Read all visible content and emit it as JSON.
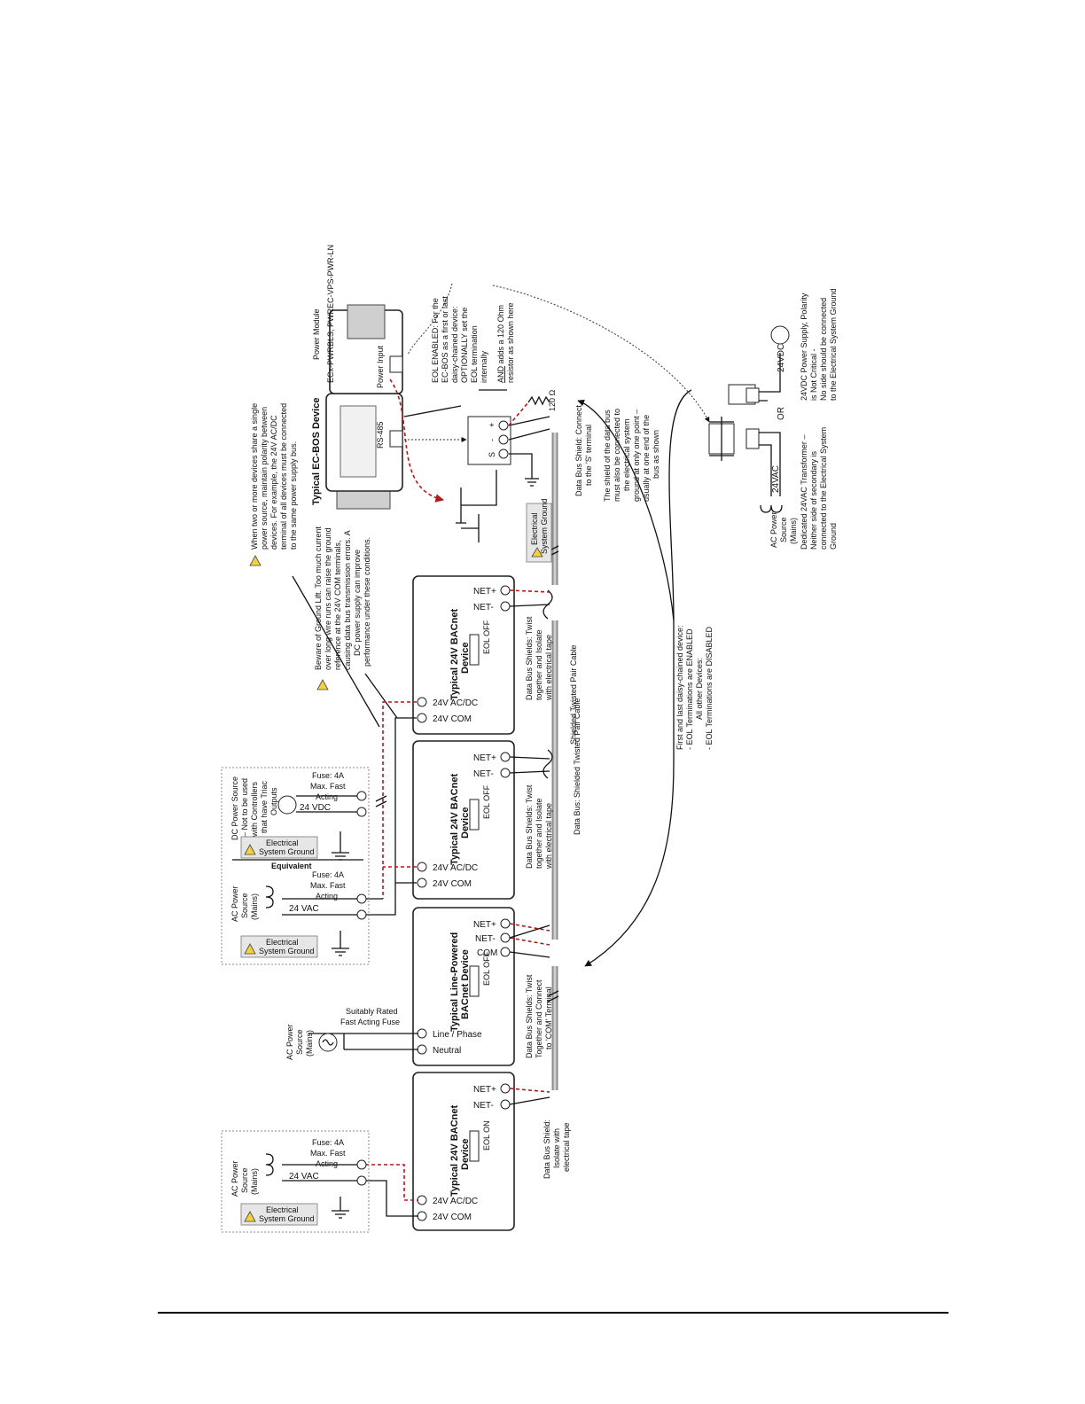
{
  "ecbos": {
    "title": "Typical EC-BOS Device",
    "power_module_title": "Power Module",
    "power_module_part": "ECx-PWRBLS, PWREC-VPS-PWR-LN",
    "power_input_label": "Power Input",
    "rs485_label": "RS-485",
    "terminals": [
      "S",
      "-",
      "+"
    ]
  },
  "eol_note": {
    "line1": "EOL ENABLED: For the",
    "line2": "EC-BOS as a first or last",
    "line3": "daisy-chained device:",
    "bullet1_line1": "OPTIONALLY set the",
    "bullet1_line2": "EOL termination",
    "bullet1_line3": "internally",
    "bullet2_word": "AND",
    "bullet2_rest": " adds a 120 Ohm",
    "bullet2_line2": "resistor as shown here",
    "resistor_label": "120 Ω"
  },
  "shield_note": {
    "line1": "Data Bus Shield: Connect",
    "line2": "to the 'S' terminal",
    "line3": "The shield of the data bus",
    "line4": "must also be connected to",
    "line5": "the electrical system",
    "line6": "ground at only one point –",
    "line7": "usually at one end of the",
    "line8": "bus as shown"
  },
  "warning_single_source": {
    "line1": "When two or more devices share a single",
    "line2": "power source, maintain polarity between",
    "line3": "devices. For example, the 24V AC/DC",
    "line4": "terminal of all devices must be connected",
    "line5": "to the same power supply bus."
  },
  "warning_ground_lift": {
    "line1": "Beware of Ground Lift. Too much current",
    "line2": "over long wire runs can raise the ground",
    "line3": "reference at the 24V COM terminals,",
    "line4": "causing data bus transmission errors. A",
    "line5": "DC power supply can improve",
    "line6": "performance under these conditions."
  },
  "devices": {
    "d1": {
      "title1": "Typical 24V BACnet",
      "title2": "Device",
      "t1": "NET+",
      "t2": "NET-",
      "t3": "24V AC/DC",
      "t4": "24V COM",
      "eol": "EOL OFF"
    },
    "d2": {
      "title1": "Typical 24V BACnet",
      "title2": "Device",
      "t1": "NET+",
      "t2": "NET-",
      "t3": "24V AC/DC",
      "t4": "24V COM",
      "eol": "EOL OFF"
    },
    "d3": {
      "title1": "Typical Line-Powered",
      "title2": "BACnet Device",
      "t1": "NET+",
      "t2": "NET-",
      "t5": "COM",
      "t3": "Line / Phase",
      "t4": "Neutral",
      "eol": "EOL OFF"
    },
    "d4": {
      "title1": "Typical 24V BACnet",
      "title2": "Device",
      "t1": "NET+",
      "t2": "NET-",
      "t3": "24V AC/DC",
      "t4": "24V COM",
      "eol": "EOL ON"
    }
  },
  "shield_labels": {
    "d1_line1": "Data Bus Shields: Twist",
    "d1_line2": "together and Isolate",
    "d1_line3": "with electrical tape",
    "d2_line1": "Data Bus Shields: Twist",
    "d2_line2": "together and Isolate",
    "d2_line3": "with electrical tape",
    "d3_line1": "Data Bus Shields: Twist",
    "d3_line2": "Together and Connect",
    "d3_line3": "to 'COM' Terminal",
    "d4_line1": "Data Bus Shield:",
    "d4_line2": "Isolate with",
    "d4_line3": "electrical tape"
  },
  "cable_labels": {
    "twisted_pair": "Shielded Twisted Pair Cable",
    "data_bus": "Data Bus: Shielded Twisted Pair Cable"
  },
  "eol_summary": {
    "line1": "First and last daisy-chained device:",
    "line2": "- EOL Terminations are ENABLED",
    "line3": "All other Devices:",
    "line4": "- EOL Terminations are DISABLED"
  },
  "grounds": {
    "electrical_line1": "Electrical",
    "electrical_line2": "System Ground"
  },
  "sources": {
    "dc_title1": "DC Power Source",
    "dc_title2": "– Not to be used",
    "dc_title3": "with Controllers",
    "dc_title4": "that have Triac",
    "dc_title5": "Outputs",
    "dc_voltage": "24 VDC",
    "equivalent": "Equivalent",
    "ac_title1": "AC Power",
    "ac_title2": "Source",
    "ac_title3": "(Mains)",
    "ac_voltage": "24 VAC",
    "fuse1": "Fuse: 4A",
    "fuse2": "Max. Fast",
    "fuse3": "Acting",
    "line_fuse1": "Suitably Rated",
    "line_fuse2": "Fast Acting Fuse"
  },
  "supplies": {
    "ac_power1": "AC Power",
    "ac_power2": "Source",
    "ac_power3": "(Mains)",
    "transformer_label": "24VAC",
    "transformer_note1": "Dedicated 24VAC Transformer –",
    "transformer_note2": "Neither side of secondary is",
    "transformer_note3": "connected to the Electrical System",
    "transformer_note4": "Ground",
    "or_label": "OR",
    "dc_label": "24VDC",
    "dc_note1": "24VDC Power Supply, Polarity",
    "dc_note2": "is Not Critical -",
    "dc_note3": "No side should be connected",
    "dc_note4": "to the Electrical System Ground"
  }
}
